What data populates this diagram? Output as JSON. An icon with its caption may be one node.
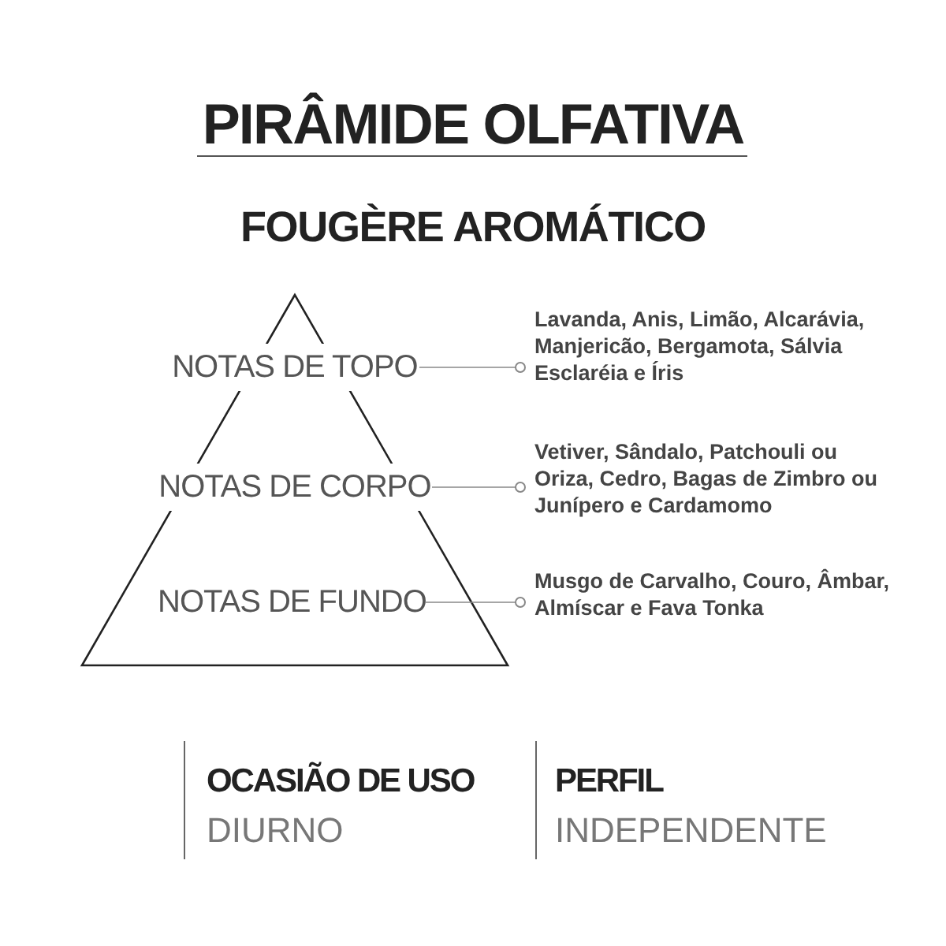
{
  "diagram": {
    "title": "PIRÂMIDE OLFATIVA",
    "nodes": [
      {
        "text": [
          "NOTAS DE TOPO"
        ]
      },
      {
        "text": [
          "NOTAS DE CORPO"
        ]
      },
      {
        "text": [
          "NOTAS DE FUNDO"
        ]
      },
      {
        "text": [
          "Lavanda, Anis, Limão, Alcarávia, Manjericão, Bergamota, Sálvia Esclaréia e Íris"
        ]
      },
      {
        "text": [
          "Vetiver, Sândalo, Patchouli ou Oriza, Cedro, Bagas de Zimbro ou Junípero e Cardamomo"
        ]
      },
      {
        "text": [
          "Musgo de Carvalho, Couro, Âmbar, Almíscar e Fava Tonka"
        ]
      }
    ],
    "edges": [
      {
        "from": 0,
        "to": 3,
        "arrow": "other"
      },
      {
        "from": 1,
        "to": 4,
        "arrow": "other"
      },
      {
        "from": 2,
        "to": 5,
        "arrow": "other"
      }
    ],
    "labels": [
      "FOUGÈRE AROMÁTICO",
      "OCASIÃO DE USO",
      "DIURNO",
      "PERFIL",
      "INDEPENDENTE"
    ]
  }
}
